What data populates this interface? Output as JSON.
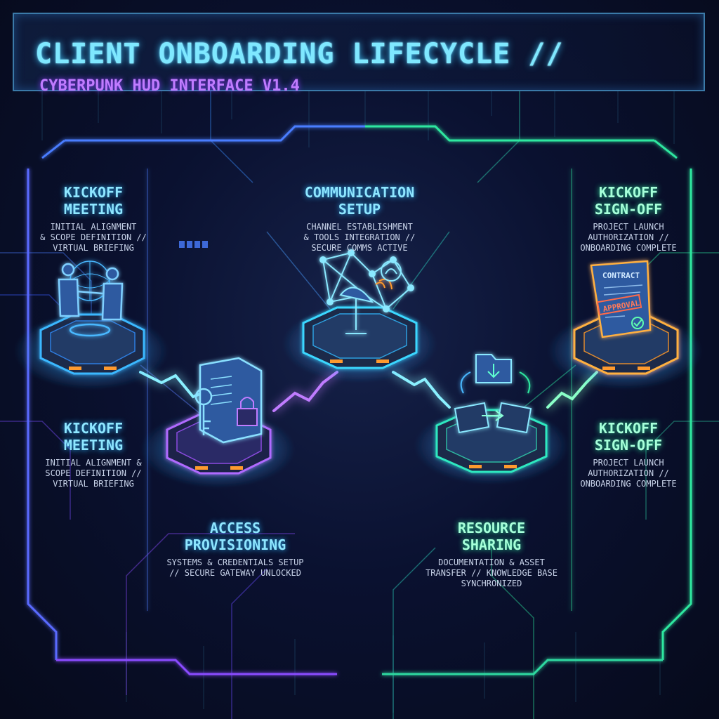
{
  "header": {
    "title": "CLIENT ONBOARDING LIFECYCLE //",
    "subtitle": "CYBERPUNK HUD INTERFACE V1.4"
  },
  "stages": {
    "kickoff_top": {
      "title": "KICKOFF\nMEETING",
      "desc": "INITIAL ALIGNMENT\n& SCOPE DEFINITION //\nVIRTUAL BRIEFING"
    },
    "communication": {
      "title": "COMMUNICATION\nSETUP",
      "desc": "CHANNEL ESTABLISHMENT\n& TOOLS INTEGRATION //\nSECURE COMMS ACTIVE"
    },
    "signoff_top": {
      "title": "KICKOFF\nSIGN-OFF",
      "desc": "PROJECT LAUNCH\nAUTHORIZATION //\nONBOARDING COMPLETE"
    },
    "kickoff_bottom": {
      "title": "KICKOFF\nMEETING",
      "desc": "INITIAL ALIGNMENT &\nSCOPE DEFINITION //\nVIRTUAL BRIEFING"
    },
    "signoff_bottom": {
      "title": "KICKOFF\nSIGN-OFF",
      "desc": "PROJECT LAUNCH\nAUTHORIZATION //\nONBOARDING COMPLETE"
    },
    "access": {
      "title": "ACCESS\nPROVISIONING",
      "desc": "SYSTEMS & CREDENTIALS SETUP\n// SECURE GATEWAY UNLOCKED"
    },
    "resource": {
      "title": "RESOURCE\nSHARING",
      "desc": "DOCUMENTATION & ASSET\nTRANSFER // KNOWLEDGE BASE\nSYNCHRONIZED"
    }
  },
  "artifacts": {
    "contract_label": "CONTRACT",
    "approval_label": "APPROVAL"
  },
  "colors": {
    "cyan": "#3ad7ff",
    "blue": "#3f7bff",
    "purple": "#a04bff",
    "green": "#2fe8a0",
    "orange": "#ff9a2e"
  }
}
